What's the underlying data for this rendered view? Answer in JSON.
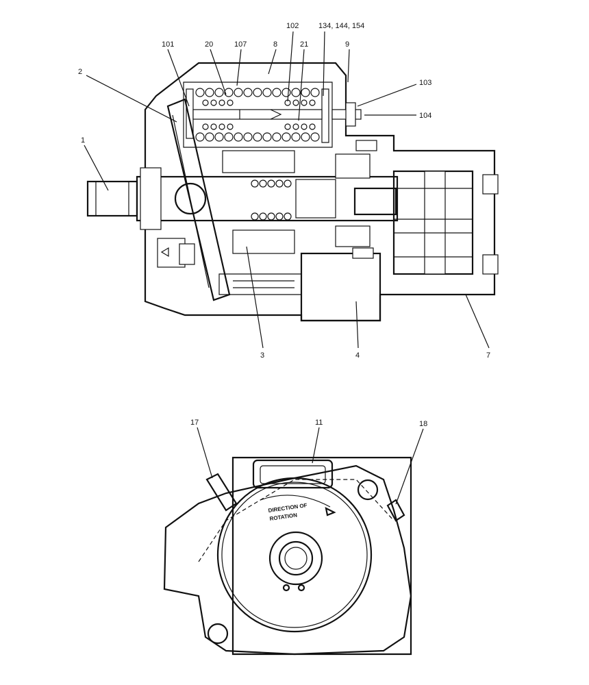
{
  "views": {
    "section": {
      "callouts": [
        {
          "id": "c-1",
          "text": "1"
        },
        {
          "id": "c-2",
          "text": "2"
        },
        {
          "id": "c-101",
          "text": "101"
        },
        {
          "id": "c-20",
          "text": "20"
        },
        {
          "id": "c-107",
          "text": "107"
        },
        {
          "id": "c-8",
          "text": "8"
        },
        {
          "id": "c-102",
          "text": "102"
        },
        {
          "id": "c-21",
          "text": "21"
        },
        {
          "id": "c-134",
          "text": "134, 144, 154"
        },
        {
          "id": "c-9",
          "text": "9"
        },
        {
          "id": "c-103",
          "text": "103"
        },
        {
          "id": "c-104",
          "text": "104"
        },
        {
          "id": "c-3",
          "text": "3"
        },
        {
          "id": "c-4",
          "text": "4"
        },
        {
          "id": "c-7",
          "text": "7"
        }
      ]
    },
    "front": {
      "callouts": [
        {
          "id": "c-17",
          "text": "17"
        },
        {
          "id": "c-11",
          "text": "11"
        },
        {
          "id": "c-18",
          "text": "18"
        }
      ],
      "rotation_text_1": "DIRECTION OF",
      "rotation_text_2": "ROTATION"
    }
  }
}
